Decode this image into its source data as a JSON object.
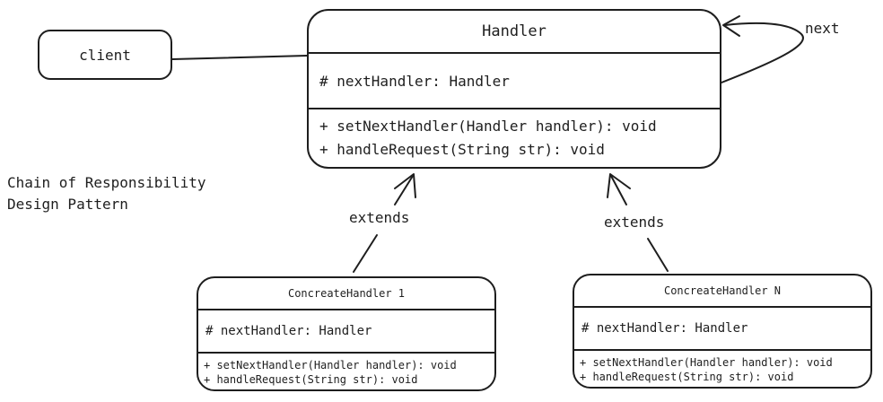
{
  "client": {
    "label": "client"
  },
  "handler": {
    "name": "Handler",
    "attributes": [
      "# nextHandler: Handler"
    ],
    "methods": [
      "+ setNextHandler(Handler handler): void",
      "+ handleRequest(String str): void"
    ]
  },
  "concrete_handlers": [
    {
      "name": "ConcreateHandler 1",
      "attributes": [
        "# nextHandler: Handler"
      ],
      "methods": [
        "+ setNextHandler(Handler handler): void",
        "+ handleRequest(String str): void"
      ]
    },
    {
      "name": "ConcreateHandler N",
      "attributes": [
        "# nextHandler: Handler"
      ],
      "methods": [
        "+ setNextHandler(Handler handler): void",
        "+ handleRequest(String str): void"
      ]
    }
  ],
  "caption": {
    "line1": "Chain of Responsibility",
    "line2": "Design Pattern"
  },
  "relations": {
    "self_label": "next",
    "extends_label_1": "extends",
    "extends_label_n": "extends"
  }
}
